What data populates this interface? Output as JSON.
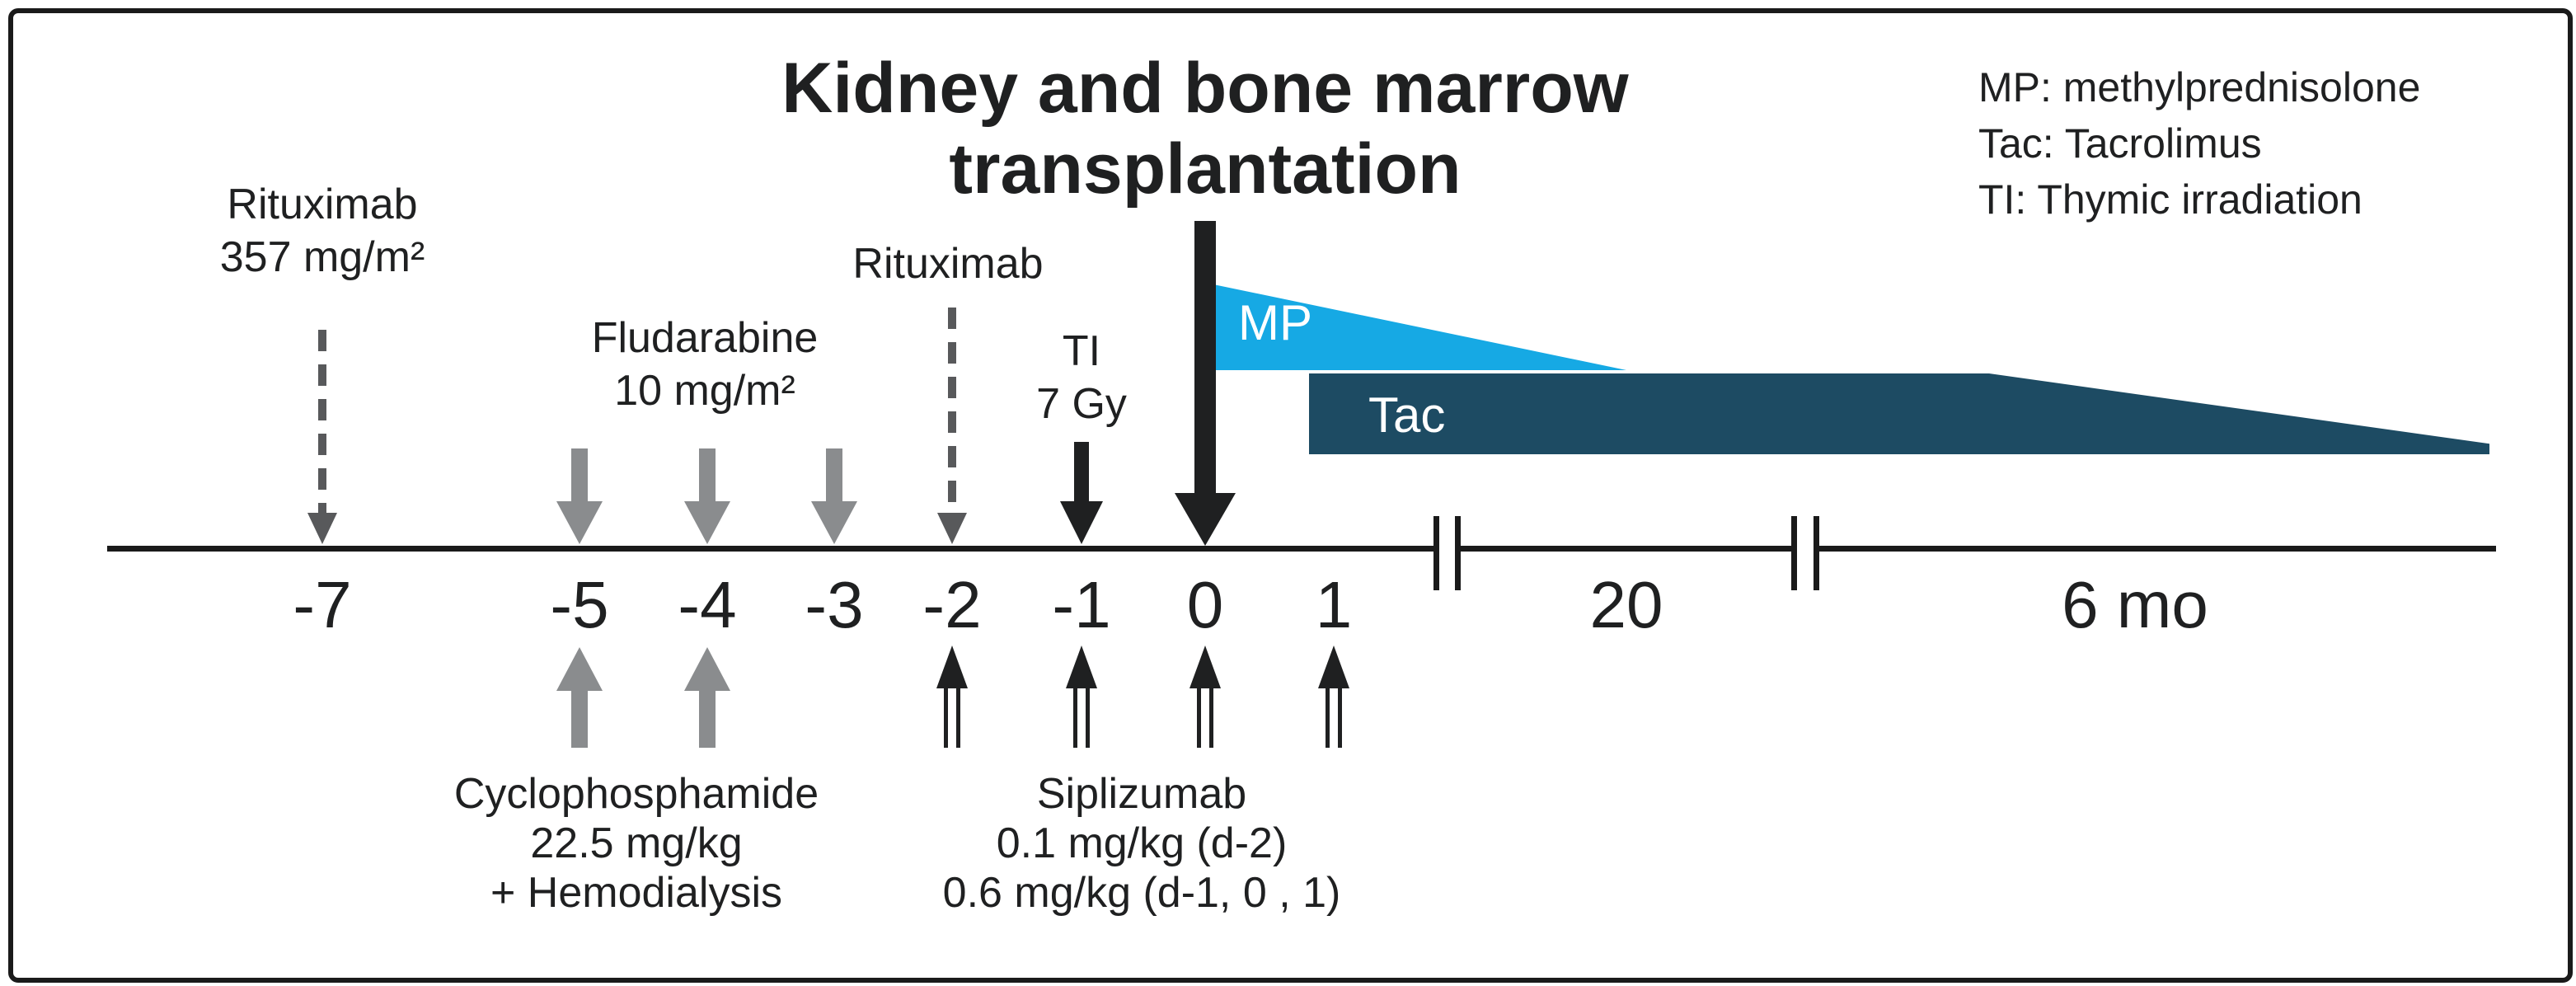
{
  "title": {
    "line1": "Kidney and bone marrow",
    "line2": "transplantation"
  },
  "legend": {
    "line1": "MP: methylprednisolone",
    "line2": "Tac: Tacrolimus",
    "line3": "TI: Thymic irradiation"
  },
  "annotations": {
    "rituximab_d7": {
      "line1": "Rituximab",
      "line2": "357 mg/m²"
    },
    "fludarabine": {
      "line1": "Fludarabine",
      "line2": "10 mg/m²"
    },
    "rituximab_d2": {
      "line1": "Rituximab"
    },
    "thymic_irradiation": {
      "line1": "TI",
      "line2": "7 Gy"
    },
    "cyclophosphamide": {
      "line1": "Cyclophosphamide",
      "line2": "22.5 mg/kg",
      "line3": "+ Hemodialysis"
    },
    "siplizumab": {
      "line1": "Siplizumab",
      "line2": "0.1 mg/kg (d-2)",
      "line3": "0.6 mg/kg (d-1, 0 , 1)"
    }
  },
  "timeline": {
    "ticks": [
      {
        "label": "-7"
      },
      {
        "label": "-5"
      },
      {
        "label": "-4"
      },
      {
        "label": "-3"
      },
      {
        "label": "-2"
      },
      {
        "label": "-1"
      },
      {
        "label": "0"
      },
      {
        "label": "1"
      },
      {
        "label": "20"
      },
      {
        "label": "6 mo"
      }
    ]
  },
  "bars": {
    "mp_label": "MP",
    "tac_label": "Tac"
  },
  "schedule": {
    "rituximab_days": [
      "-7",
      "-2"
    ],
    "fludarabine_days": [
      "-5",
      "-4",
      "-3"
    ],
    "cyclophosphamide_days": [
      "-5",
      "-4"
    ],
    "thymic_irradiation_days": [
      "-1"
    ],
    "transplant_day": "0",
    "siplizumab_days": [
      "-2",
      "-1",
      "0",
      "1"
    ],
    "mp_taper_start_day": "0",
    "tac_taper_start_day": "1"
  },
  "colors": {
    "mp_bar": "#16a9e4",
    "tac_bar": "#1d4b63",
    "solid_arrow_gray": "#8a8c8e",
    "dashed_arrow_gray": "#58595b",
    "dark_arrow": "#1f2021",
    "timeline": "#1a1a1a",
    "text": "#1f2021",
    "bar_label_text": "#ffffff"
  }
}
